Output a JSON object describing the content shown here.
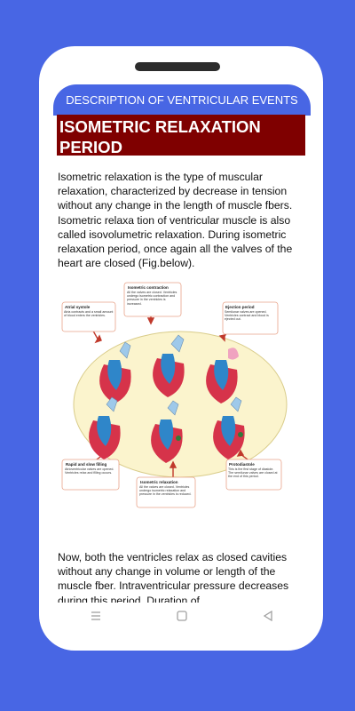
{
  "app": {
    "title": "DESCRIPTION OF VENTRICULAR EVENTS"
  },
  "section": {
    "heading": "ISOMETRIC RELAXATION PERIOD"
  },
  "content": {
    "paragraph1": "Isometric relaxation is the type of muscular relaxation,  characterized by decrease in tension without any  change in the length of muscle fbers. Isometric relaxa tion of ventricular muscle is also called isovolumetric  relaxation.  During isometric relaxation period, once again all the valves of the heart are closed (Fig.below).",
    "paragraph2": "Now, both the  ventricles relax as closed cavities without any change  in volume or length of the muscle fber. Intraventricular  pressure decreases during this period. Duration of"
  },
  "figure": {
    "atrial_systole": {
      "title": "Atrial systole",
      "text": "Atria contracts and a small amount of blood enters the ventricles."
    },
    "isometric_contraction": {
      "title": "Isometric contraction",
      "text": "All the valves are closed. Ventricles undergo isometric contraction and pressure in the ventricles is increased."
    },
    "ejection_period": {
      "title": "Ejection period",
      "text": "Semilunar valves are opened. Ventricles contract and blood is ejected out."
    },
    "rapid_slow_filling": {
      "title": "Rapid and slow filling",
      "text": "Atrioventricular valves are opened. Ventricles relax and filling occurs."
    },
    "isometric_relaxation": {
      "title": "Isometric relaxation",
      "text": "All the valves are closed. Ventricles undergo isometric relaxation and pressure in the ventricles is reduced."
    },
    "protodiastole": {
      "title": "Protodiastole",
      "text": "This is the first stage of diastole. The semilunar valves are closed at the end of this period."
    }
  },
  "icons": {
    "back": "back-icon",
    "home": "home-icon",
    "menu": "menu-icon"
  },
  "colors": {
    "background": "#4866e4",
    "heading_bg": "#7f0000",
    "ellipse": "#fbf4cd",
    "box_border": "#e8a48a"
  }
}
